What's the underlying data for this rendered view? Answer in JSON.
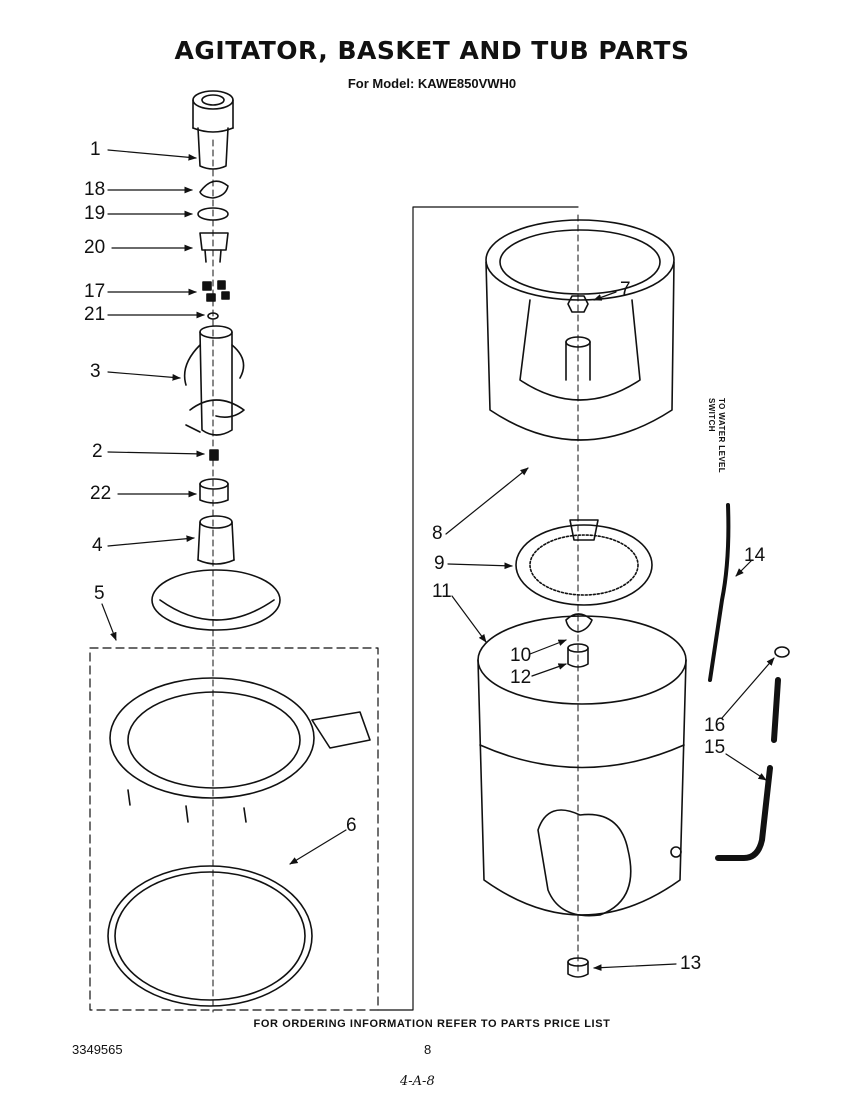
{
  "header": {
    "title": "AGITATOR, BASKET AND TUB PARTS",
    "subtitle": "For Model: KAWE850VWH0"
  },
  "callouts": {
    "c1": "1",
    "c18": "18",
    "c19": "19",
    "c20": "20",
    "c17": "17",
    "c21": "21",
    "c3": "3",
    "c2": "2",
    "c22": "22",
    "c4": "4",
    "c5": "5",
    "c6": "6",
    "c7": "7",
    "c8": "8",
    "c9": "9",
    "c11": "11",
    "c10": "10",
    "c12": "12",
    "c14": "14",
    "c16": "16",
    "c15": "15",
    "c13": "13"
  },
  "side_label": {
    "line1": "TO WATER LEVEL",
    "line2": "SWITCH"
  },
  "footer": {
    "ordering_note": "FOR ORDERING INFORMATION REFER TO PARTS PRICE LIST",
    "doc_number": "3349565",
    "page_number": "8",
    "handwritten_mark": "4-A-8"
  }
}
